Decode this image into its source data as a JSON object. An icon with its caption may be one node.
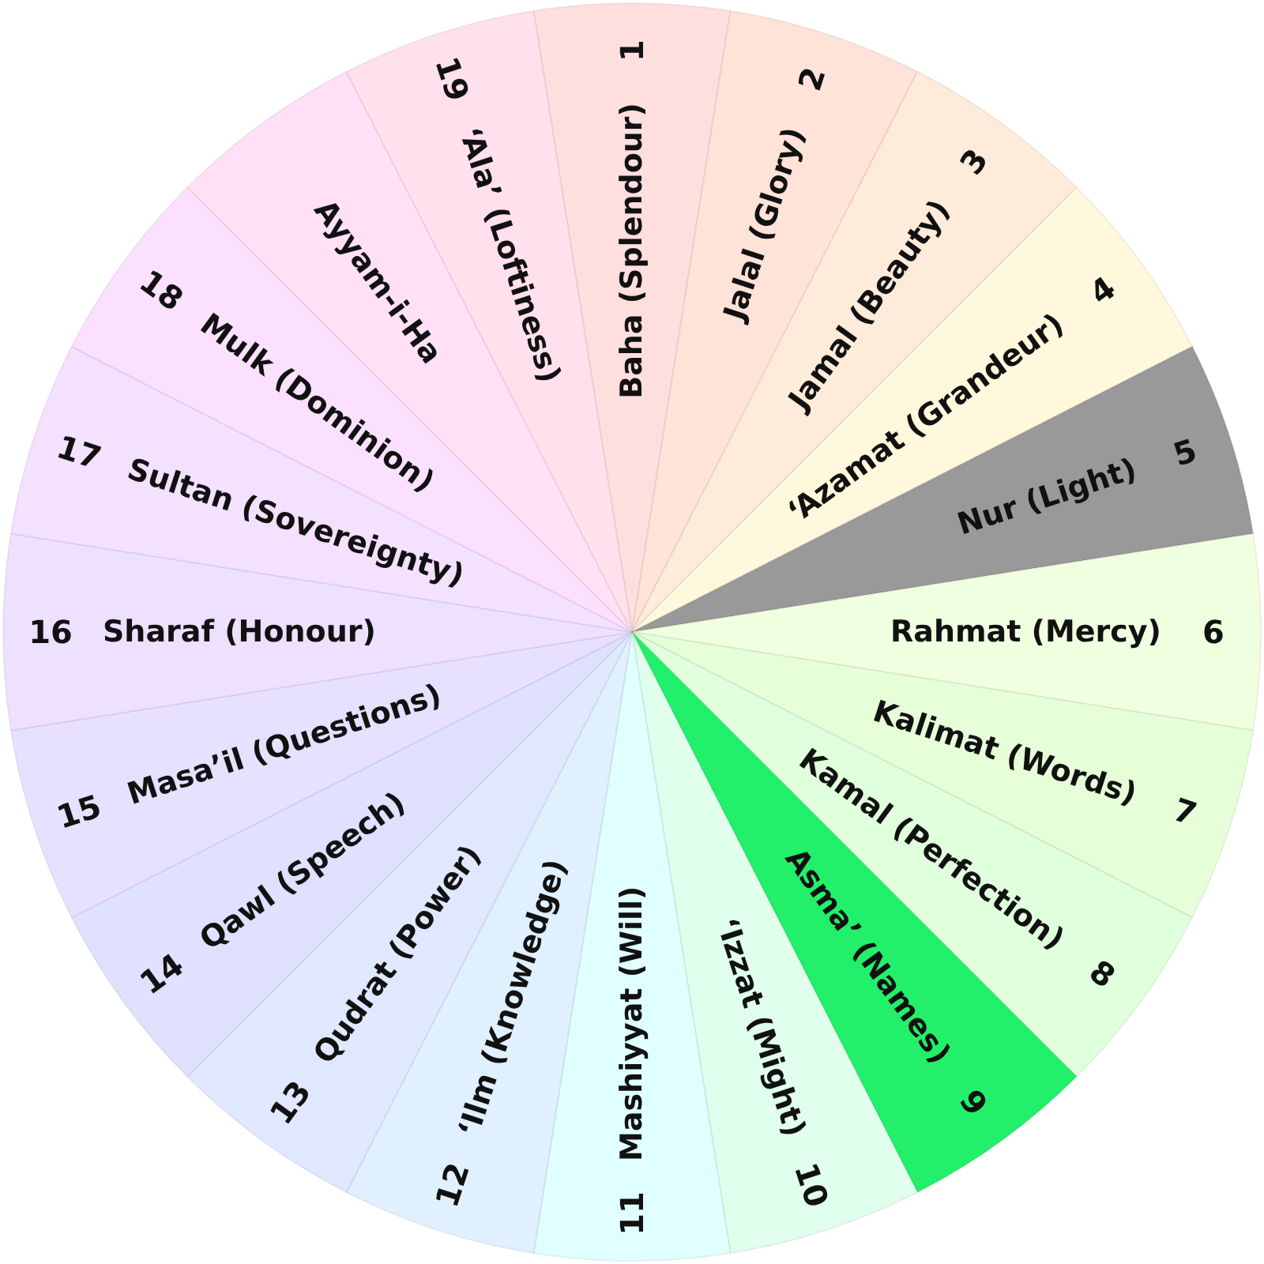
{
  "diagram": {
    "nodes": [
      {
        "text": [
          "Baha (Splendour)",
          "1"
        ]
      },
      {
        "text": [
          "Jalal (Glory)",
          "2"
        ]
      },
      {
        "text": [
          "Jamal (Beauty)",
          "3"
        ]
      },
      {
        "text": [
          "ʻAzamat (Grandeur)",
          "4"
        ]
      },
      {
        "text": [
          "Nur (Light)",
          "5"
        ]
      },
      {
        "text": [
          "Rahmat (Mercy)",
          "6"
        ]
      },
      {
        "text": [
          "Kalimat (Words)",
          "7"
        ]
      },
      {
        "text": [
          "Kamal (Perfection)",
          "8"
        ]
      },
      {
        "text": [
          "Asmaʼ (Names)",
          "9"
        ]
      },
      {
        "text": [
          "ʻIzzat (Might)",
          "10"
        ]
      },
      {
        "text": [
          "11",
          "Mashiyyat (Will)"
        ]
      },
      {
        "text": [
          "12",
          "ʻIlm (Knowledge)"
        ]
      },
      {
        "text": [
          "13",
          "Qudrat (Power)"
        ]
      },
      {
        "text": [
          "14",
          "Qawl (Speech)"
        ]
      },
      {
        "text": [
          "15",
          "Masaʼil (Questions)"
        ]
      },
      {
        "text": [
          "16",
          "Sharaf (Honour)"
        ]
      },
      {
        "text": [
          "17",
          "Sultan (Sovereignty)"
        ]
      },
      {
        "text": [
          "18",
          "Mulk (Dominion)"
        ]
      },
      {
        "text": [
          "Ayyam-i-Ha"
        ]
      },
      {
        "text": [
          "19",
          "ʻAlaʼ (Loftiness)"
        ]
      }
    ],
    "edges": []
  }
}
